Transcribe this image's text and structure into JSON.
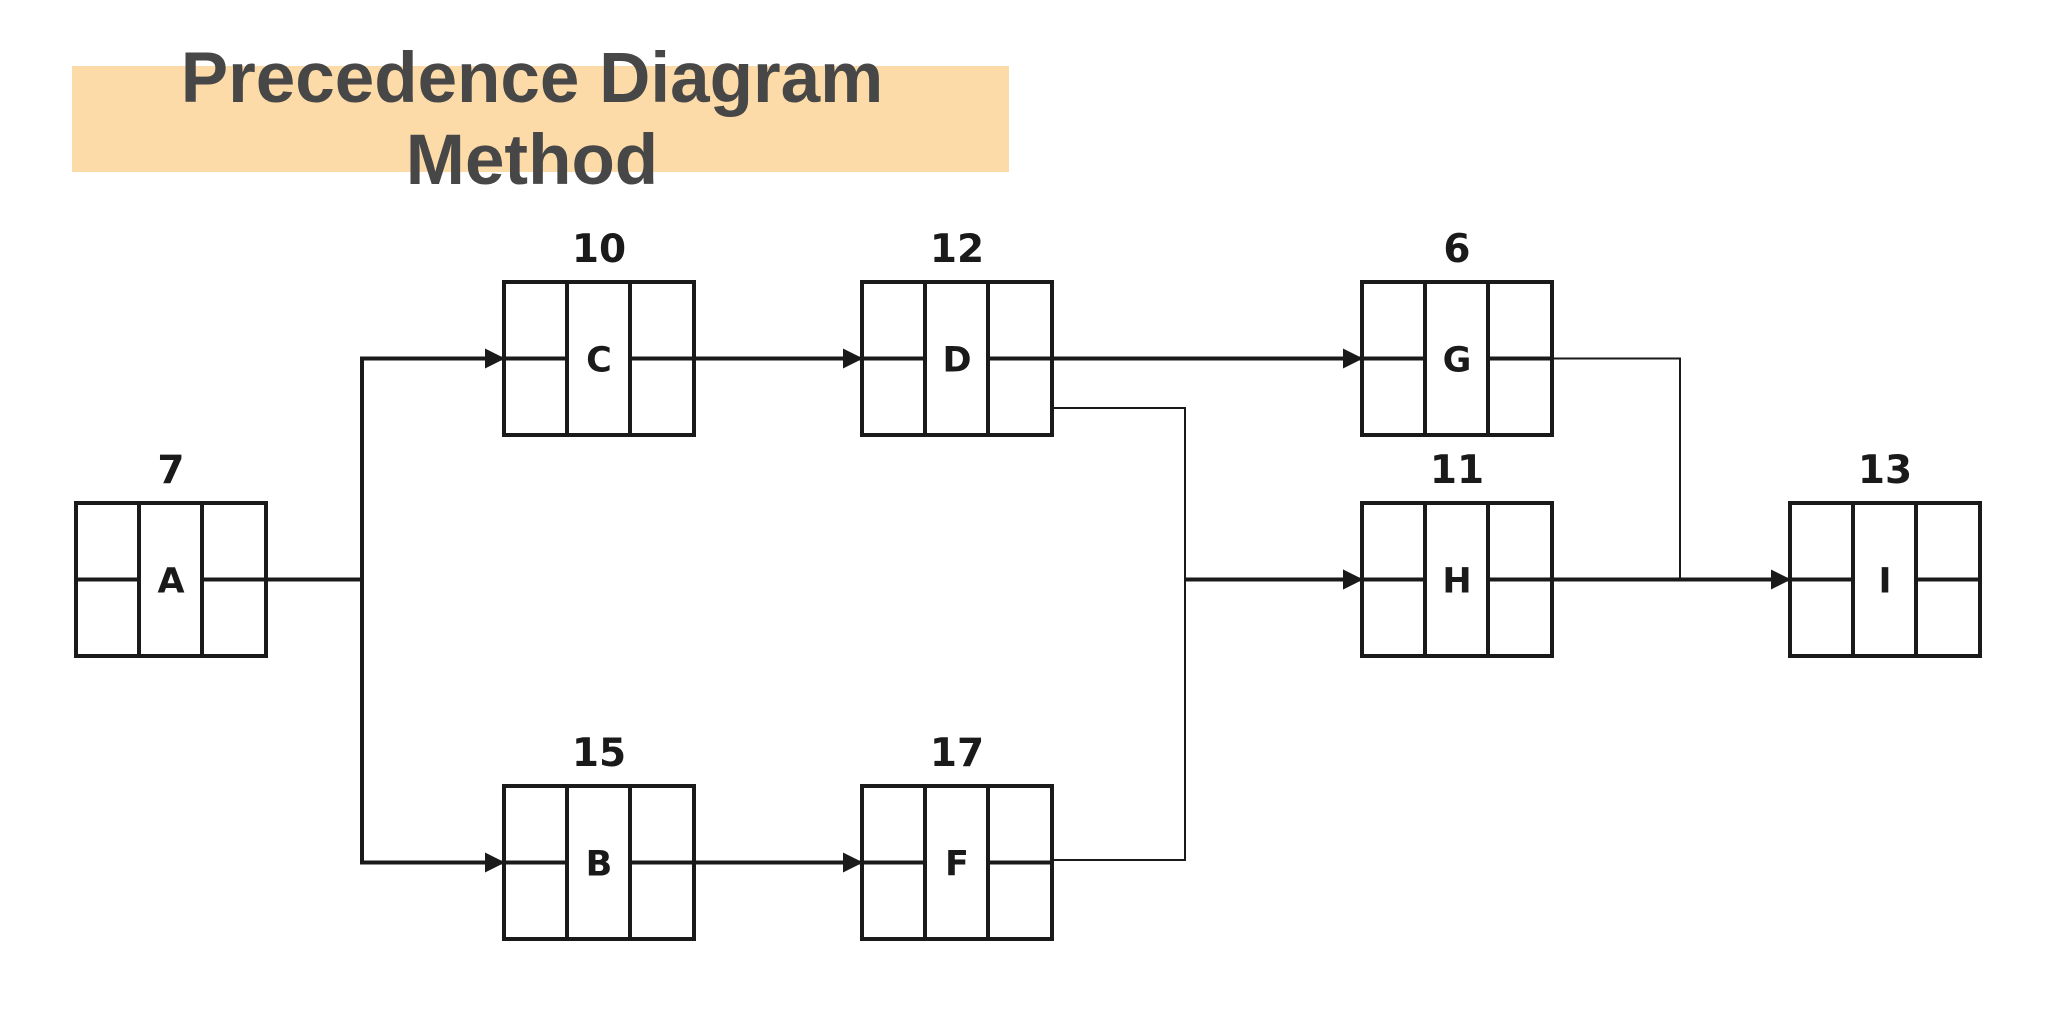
{
  "title": "Precedence Diagram\nMethod",
  "colors": {
    "title_band": "#fcdba8",
    "title_text": "#474747",
    "lines": "#1a1a1a"
  },
  "nodes": [
    {
      "id": "A",
      "label": "A",
      "duration": "7"
    },
    {
      "id": "C",
      "label": "C",
      "duration": "10"
    },
    {
      "id": "D",
      "label": "D",
      "duration": "12"
    },
    {
      "id": "G",
      "label": "G",
      "duration": "6"
    },
    {
      "id": "B",
      "label": "B",
      "duration": "15"
    },
    {
      "id": "F",
      "label": "F",
      "duration": "17"
    },
    {
      "id": "H",
      "label": "H",
      "duration": "11"
    },
    {
      "id": "I",
      "label": "I",
      "duration": "13"
    }
  ],
  "edges": [
    {
      "from": "A",
      "to": "C"
    },
    {
      "from": "A",
      "to": "B"
    },
    {
      "from": "C",
      "to": "D"
    },
    {
      "from": "B",
      "to": "F"
    },
    {
      "from": "D",
      "to": "G"
    },
    {
      "from": "D",
      "to": "H"
    },
    {
      "from": "F",
      "to": "H"
    },
    {
      "from": "G",
      "to": "I"
    },
    {
      "from": "H",
      "to": "I"
    }
  ]
}
